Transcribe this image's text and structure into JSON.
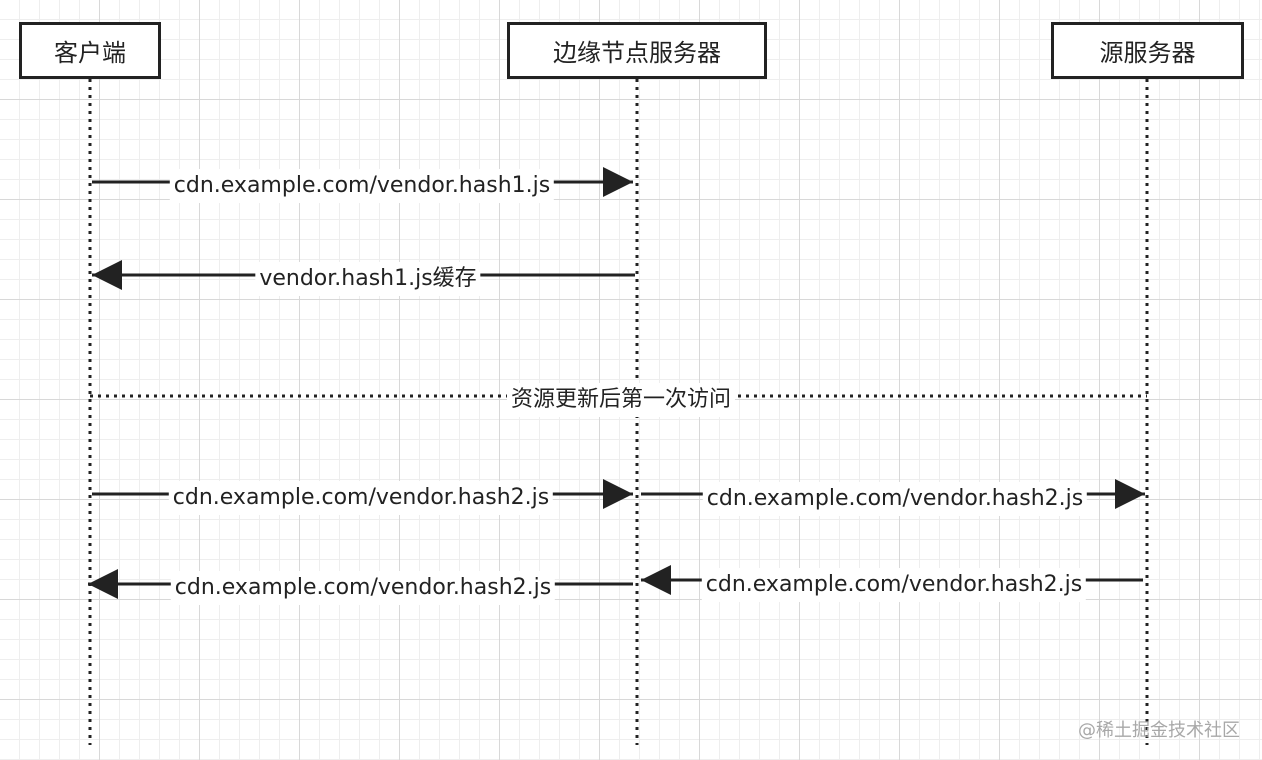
{
  "participants": {
    "client": "客户端",
    "edge": "边缘节点服务器",
    "origin": "源服务器"
  },
  "messages": [
    {
      "from": "client",
      "to": "edge",
      "label": "cdn.example.com/vendor.hash1.js"
    },
    {
      "from": "edge",
      "to": "client",
      "label": "vendor.hash1.js缓存"
    },
    {
      "from": "edge",
      "to": "origin",
      "label": "cdn.example.com/vendor.hash2.js"
    },
    {
      "from": "origin",
      "to": "edge",
      "label": "cdn.example.com/vendor.hash2.js"
    },
    {
      "from": "client",
      "to": "edge",
      "label": "cdn.example.com/vendor.hash2.js"
    },
    {
      "from": "edge",
      "to": "client",
      "label": "cdn.example.com/vendor.hash2.js"
    }
  ],
  "divider": {
    "label": "资源更新后第一次访问"
  },
  "watermark": "@稀土掘金技术社区",
  "colors": {
    "line": "#222222",
    "grid_major": "#d8d8d8",
    "grid_minor": "#eeeeee",
    "watermark": "#a8a8a8"
  }
}
